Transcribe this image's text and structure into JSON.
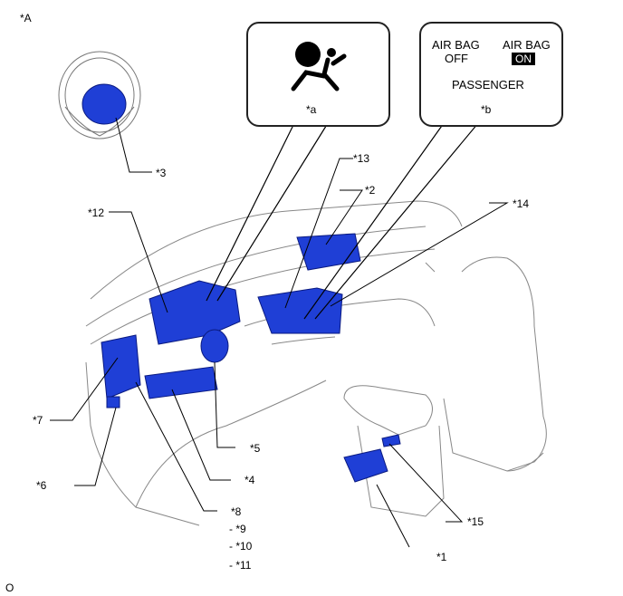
{
  "diagram": {
    "view_label": "*A",
    "corner_label": "O",
    "callout_a": {
      "label": "*a"
    },
    "callout_b": {
      "label": "*b",
      "airbag_off_line1": "AIR BAG",
      "airbag_off_line2": "OFF",
      "airbag_on_line1": "AIR BAG",
      "airbag_on_line2": "ON",
      "passenger": "PASSENGER"
    },
    "labels": {
      "l1": "*1",
      "l2": "*2",
      "l3": "*3",
      "l4": "*4",
      "l5": "*5",
      "l6": "*6",
      "l7": "*7",
      "l8": "*8",
      "l9": "- *9",
      "l10": "- *10",
      "l11": "- *11",
      "l12": "*12",
      "l13": "*13",
      "l14": "*14",
      "l15": "*15"
    }
  }
}
